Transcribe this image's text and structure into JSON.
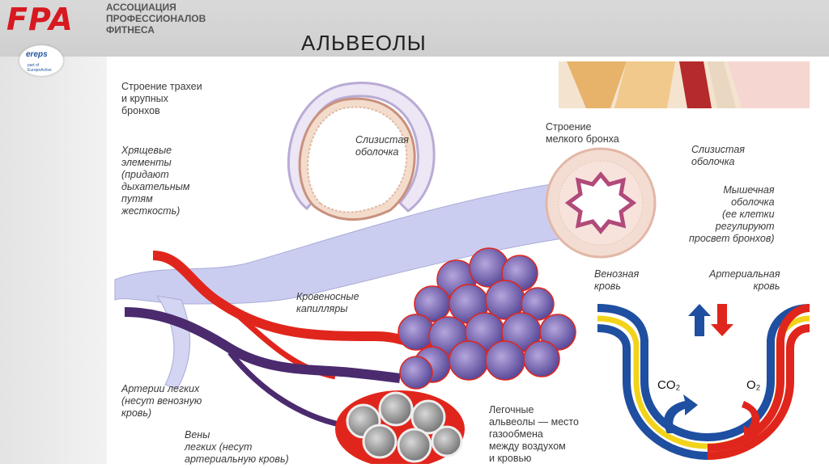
{
  "header": {
    "logo": "FPA",
    "org_lines": [
      "АССОЦИАЦИЯ",
      "ПРОФЕССИОНАЛОВ",
      "ФИТНЕСА"
    ],
    "title": "АЛЬВЕОЛЫ",
    "badge_name": "ereps",
    "badge_sub": "part of EuropeActive"
  },
  "labels": {
    "trachea_struct": [
      "Строение трахеи",
      "и крупных",
      "бронхов"
    ],
    "mucosa_top": [
      "Слизистая",
      "оболочка"
    ],
    "cartilage": [
      "Хрящевые",
      "элементы",
      "(придают",
      "дыхательным",
      "путям",
      "жесткость)"
    ],
    "small_bronchus": [
      "Строение",
      "мелкого бронха"
    ],
    "mucosa_right": [
      "Слизистая",
      "оболочка"
    ],
    "muscular": [
      "Мышечная",
      "оболочка",
      "(ее клетки",
      "регулируют",
      "просвет бронхов)"
    ],
    "capillaries": [
      "Кровеносные",
      "капилляры"
    ],
    "arteries": [
      "Артерии легких",
      "(несут венозную",
      "кровь)"
    ],
    "veins": [
      "Вены",
      "легких (несут",
      "артериальную кровь)"
    ],
    "alveoli": [
      "Легочные",
      "альвеолы — место",
      "газообмена",
      "между воздухом",
      "и кровью"
    ],
    "venous_blood": [
      "Венозная",
      "кровь"
    ],
    "arterial_blood": [
      "Артериальная",
      "кровь"
    ],
    "co2": "CO₂",
    "o2": "O₂"
  },
  "colors": {
    "artery": "#e0261c",
    "vein": "#4b2a6e",
    "venous_wall": "#1f4fa0",
    "arterial_wall": "#e0261c",
    "membrane": "#f3d31a",
    "bronchus": "#c9cbef"
  }
}
